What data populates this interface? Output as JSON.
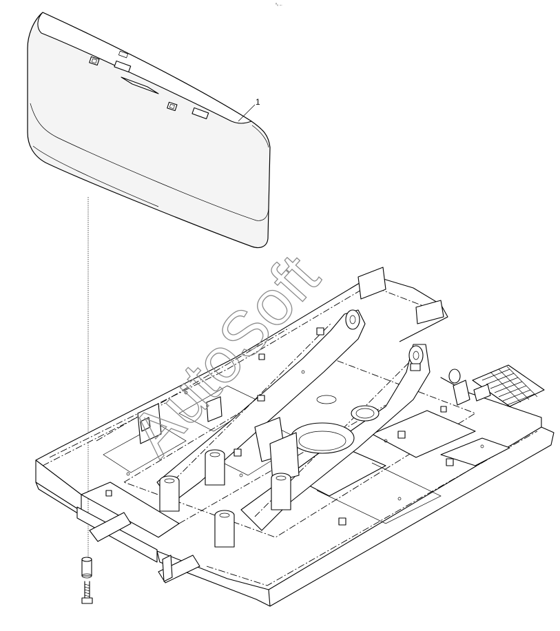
{
  "diagram": {
    "callouts": [
      {
        "number": "1"
      }
    ],
    "corner_mark": "⁰₀ ...",
    "watermark": "AutoSoft",
    "colors": {
      "line": "#000000",
      "background": "#ffffff",
      "watermark_outline": "#8a8a8a"
    }
  }
}
